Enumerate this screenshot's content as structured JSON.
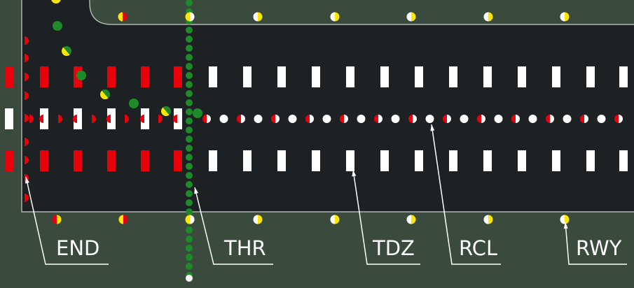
{
  "colors": {
    "grass": "#3a4a3d",
    "pavement": "#1d2124",
    "edge_line": "#c9cfcf",
    "marking": "#ffffff",
    "red": "#e8000b",
    "yellow": "#ffe600",
    "green": "#1f8a2a",
    "white_light": "#ffffff",
    "callout": "#ffffff"
  },
  "callouts": [
    {
      "id": "end",
      "label": "END"
    },
    {
      "id": "thr",
      "label": "THR"
    },
    {
      "id": "tdz",
      "label": "TDZ"
    },
    {
      "id": "rcl",
      "label": "RCL"
    },
    {
      "id": "rwy",
      "label": "RWY"
    }
  ]
}
